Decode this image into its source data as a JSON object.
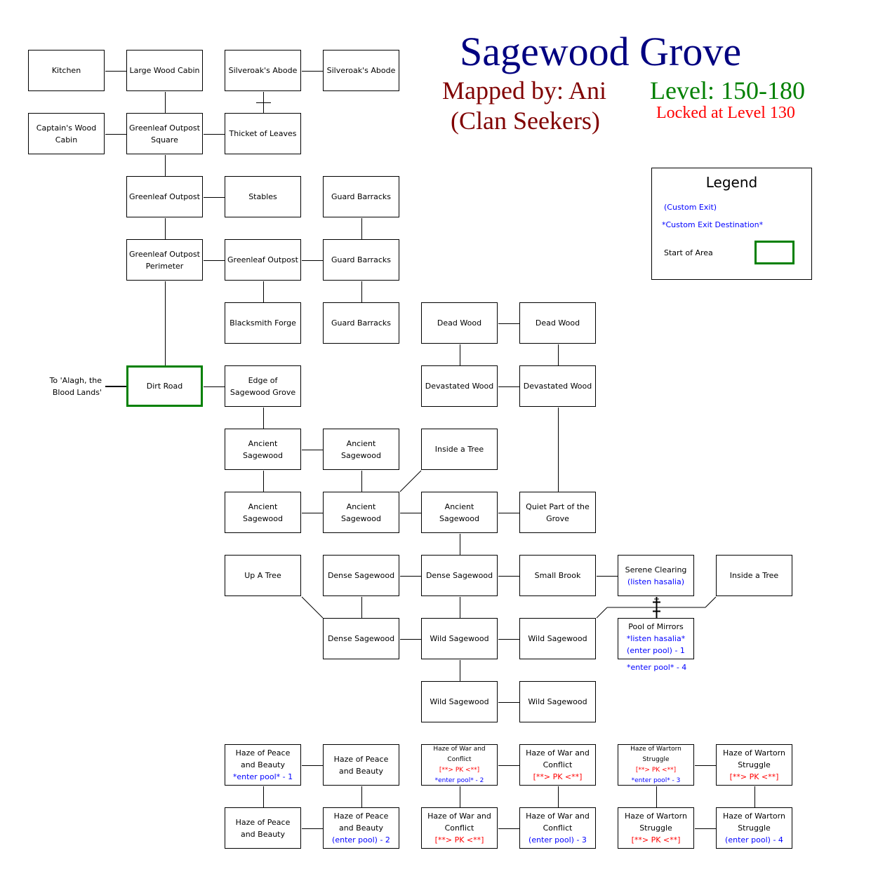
{
  "header": {
    "title": "Sagewood Grove",
    "mapped_by": "Mapped by: Ani",
    "clan": "(Clan Seekers)",
    "level": "Level: 150-180",
    "locked": "Locked at Level 130"
  },
  "legend": {
    "title": "Legend",
    "custom_exit": "(Custom Exit)",
    "custom_exit_destination": "*Custom Exit Destination*",
    "start_of_area": "Start of Area"
  },
  "exit_note": "To 'Alagh, the Blood Lands'",
  "pool_note": "*enter pool* - 4",
  "colors": {
    "title": "#000080",
    "mapped": "#800000",
    "level": "#008000",
    "locked": "#ff0000",
    "custom": "#0000ff",
    "start": "#008000"
  },
  "rooms": [
    {
      "lines": [
        {
          "t": "Kitchen"
        }
      ]
    },
    {
      "lines": [
        {
          "t": "Large Wood Cabin"
        }
      ]
    },
    {
      "lines": [
        {
          "t": "Silveroak's Abode"
        }
      ]
    },
    {
      "lines": [
        {
          "t": "Silveroak's Abode"
        }
      ]
    },
    {
      "lines": [
        {
          "t": "Captain's Wood Cabin"
        }
      ]
    },
    {
      "lines": [
        {
          "t": "Greenleaf Outpost Square"
        }
      ]
    },
    {
      "lines": [
        {
          "t": "Thicket of Leaves"
        }
      ]
    },
    {
      "lines": [
        {
          "t": "Greenleaf Outpost"
        }
      ]
    },
    {
      "lines": [
        {
          "t": "Stables"
        }
      ]
    },
    {
      "lines": [
        {
          "t": "Guard Barracks"
        }
      ]
    },
    {
      "lines": [
        {
          "t": "Greenleaf Outpost Perimeter"
        }
      ]
    },
    {
      "lines": [
        {
          "t": "Greenleaf Outpost"
        }
      ]
    },
    {
      "lines": [
        {
          "t": "Guard Barracks"
        }
      ]
    },
    {
      "lines": [
        {
          "t": "Blacksmith Forge"
        }
      ]
    },
    {
      "lines": [
        {
          "t": "Guard Barracks"
        }
      ]
    },
    {
      "lines": [
        {
          "t": "Dead Wood"
        }
      ]
    },
    {
      "lines": [
        {
          "t": "Dead Wood"
        }
      ]
    },
    {
      "lines": [
        {
          "t": "Dirt Road"
        }
      ]
    },
    {
      "lines": [
        {
          "t": "Edge of Sagewood Grove"
        }
      ]
    },
    {
      "lines": [
        {
          "t": "Devastated Wood"
        }
      ]
    },
    {
      "lines": [
        {
          "t": "Devastated Wood"
        }
      ]
    },
    {
      "lines": [
        {
          "t": "Ancient Sagewood"
        }
      ]
    },
    {
      "lines": [
        {
          "t": "Ancient Sagewood"
        }
      ]
    },
    {
      "lines": [
        {
          "t": "Inside a Tree"
        }
      ]
    },
    {
      "lines": [
        {
          "t": "Ancient Sagewood"
        }
      ]
    },
    {
      "lines": [
        {
          "t": "Ancient Sagewood"
        }
      ]
    },
    {
      "lines": [
        {
          "t": "Ancient Sagewood"
        }
      ]
    },
    {
      "lines": [
        {
          "t": "Quiet Part of the Grove"
        }
      ]
    },
    {
      "lines": [
        {
          "t": "Up A Tree"
        }
      ]
    },
    {
      "lines": [
        {
          "t": "Dense Sagewood"
        }
      ]
    },
    {
      "lines": [
        {
          "t": "Dense Sagewood"
        }
      ]
    },
    {
      "lines": [
        {
          "t": "Small Brook"
        }
      ]
    },
    {
      "lines": [
        {
          "t": "Serene Clearing"
        },
        {
          "t": "(listen hasalia)",
          "c": "blue"
        }
      ]
    },
    {
      "lines": [
        {
          "t": "Inside a Tree"
        }
      ]
    },
    {
      "lines": [
        {
          "t": "Dense Sagewood"
        }
      ]
    },
    {
      "lines": [
        {
          "t": "Wild Sagewood"
        }
      ]
    },
    {
      "lines": [
        {
          "t": "Wild Sagewood"
        }
      ]
    },
    {
      "lines": [
        {
          "t": "Pool of Mirrors"
        },
        {
          "t": "*listen hasalia*",
          "c": "blue"
        },
        {
          "t": "(enter pool) - 1",
          "c": "blue"
        }
      ]
    },
    {
      "lines": [
        {
          "t": "Wild Sagewood"
        }
      ]
    },
    {
      "lines": [
        {
          "t": "Wild Sagewood"
        }
      ]
    },
    {
      "lines": [
        {
          "t": "Haze of Peace and Beauty"
        },
        {
          "t": "*enter pool* - 1",
          "c": "blue"
        }
      ]
    },
    {
      "lines": [
        {
          "t": "Haze of Peace and Beauty"
        }
      ]
    },
    {
      "lines": [
        {
          "t": "Haze of War and Conflict"
        },
        {
          "t": "[**> PK <**]",
          "c": "red"
        },
        {
          "t": "*enter pool* - 2",
          "c": "blue"
        }
      ]
    },
    {
      "lines": [
        {
          "t": "Haze of War and Conflict"
        },
        {
          "t": "[**> PK <**]",
          "c": "red"
        }
      ]
    },
    {
      "lines": [
        {
          "t": "Haze of Wartorn Struggle"
        },
        {
          "t": "[**> PK <**]",
          "c": "red"
        },
        {
          "t": "*enter pool* - 3",
          "c": "blue"
        }
      ]
    },
    {
      "lines": [
        {
          "t": "Haze of Wartorn Struggle"
        },
        {
          "t": "[**> PK <**]",
          "c": "red"
        }
      ]
    },
    {
      "lines": [
        {
          "t": "Haze of Peace and Beauty"
        }
      ]
    },
    {
      "lines": [
        {
          "t": "Haze of Peace and Beauty"
        },
        {
          "t": "(enter pool) - 2",
          "c": "blue"
        }
      ]
    },
    {
      "lines": [
        {
          "t": "Haze of War and Conflict"
        },
        {
          "t": "[**> PK <**]",
          "c": "red"
        }
      ]
    },
    {
      "lines": [
        {
          "t": "Haze of War and Conflict"
        },
        {
          "t": "(enter pool) - 3",
          "c": "blue"
        }
      ]
    },
    {
      "lines": [
        {
          "t": "Haze of Wartorn Struggle"
        },
        {
          "t": "[**> PK <**]",
          "c": "red"
        }
      ]
    },
    {
      "lines": [
        {
          "t": "Haze of Wartorn Struggle"
        },
        {
          "t": "(enter pool) - 4",
          "c": "blue"
        }
      ]
    }
  ]
}
